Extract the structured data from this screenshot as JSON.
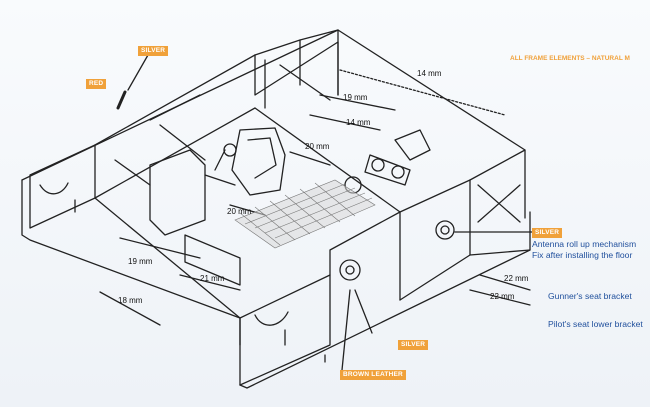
{
  "header_note": "ALL FRAME ELEMENTS – NATURAL M",
  "tags": {
    "silver_top": "SILVER",
    "red": "RED",
    "silver_right": "SILVER",
    "silver_bottom": "SILVER",
    "brown_leather": "BROWN LEATHER"
  },
  "dimensions": {
    "d14_top": "14 mm",
    "d19_top": "19 mm",
    "d14_mid": "14 mm",
    "d20_mid": "20 mm",
    "d20_left": "20 mm",
    "d19_left": "19 mm",
    "d21": "21 mm",
    "d18": "18 mm",
    "d22_a": "22 mm",
    "d22_b": "22 mm"
  },
  "notes": {
    "antenna_line1": "Antenna roll up mechanism",
    "antenna_line2": "Fix after installing the floor",
    "gunner": "Gunner's seat bracket",
    "pilot": "Pilot's seat lower bracket"
  }
}
